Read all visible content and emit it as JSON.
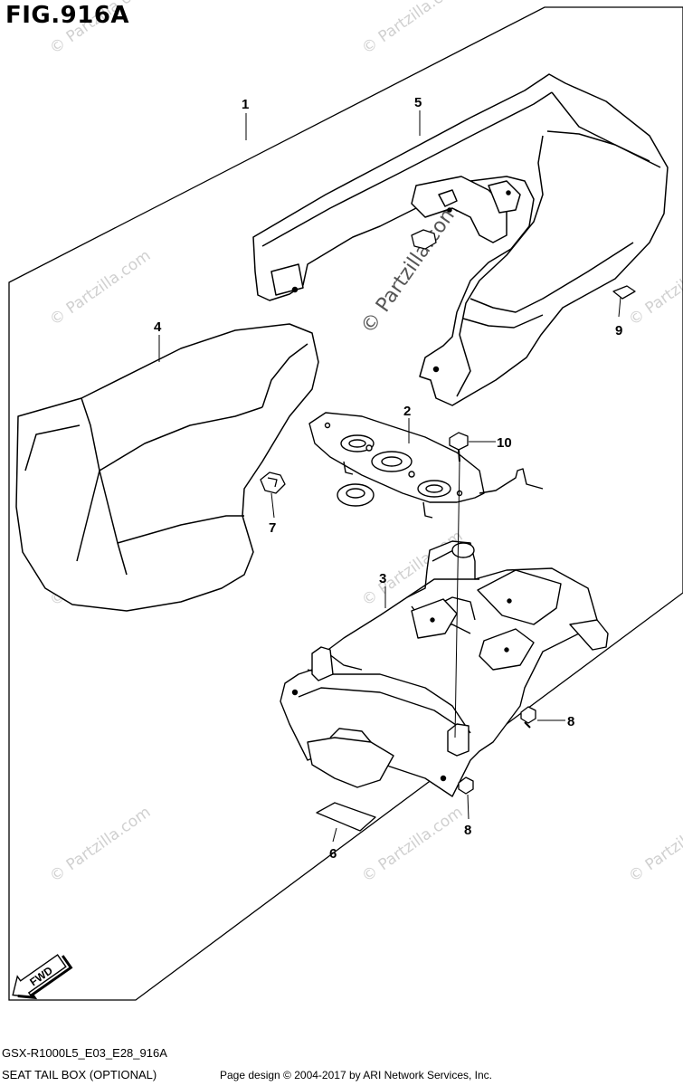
{
  "figure": {
    "title": "FIG.916A",
    "model_code": "GSX-R1000L5_E03_E28_916A",
    "caption": "SEAT TAIL BOX (OPTIONAL)",
    "credit": "Page design © 2004-2017 by ARI Network Services, Inc.",
    "fwd_label": "FWD"
  },
  "watermark": {
    "text": "© Partzilla.com"
  },
  "callouts": [
    {
      "id": "1",
      "label": "1"
    },
    {
      "id": "2",
      "label": "2"
    },
    {
      "id": "3",
      "label": "3"
    },
    {
      "id": "4",
      "label": "4"
    },
    {
      "id": "5",
      "label": "5"
    },
    {
      "id": "6",
      "label": "6"
    },
    {
      "id": "7",
      "label": "7"
    },
    {
      "id": "8a",
      "label": "8"
    },
    {
      "id": "8b",
      "label": "8"
    },
    {
      "id": "9",
      "label": "9"
    },
    {
      "id": "10",
      "label": "10"
    }
  ]
}
